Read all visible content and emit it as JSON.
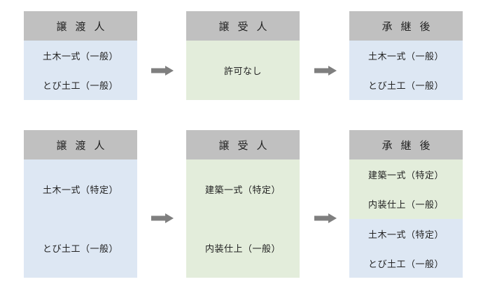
{
  "rows": [
    {
      "transferor": {
        "header": "譲渡人",
        "items": [
          "土木一式（一般）",
          "とび土工（一般）"
        ]
      },
      "transferee": {
        "header": "譲受人",
        "items": [
          "許可なし"
        ]
      },
      "successor": {
        "header": "承継後",
        "items": [
          "土木一式（一般）",
          "とび土工（一般）"
        ]
      }
    },
    {
      "transferor": {
        "header": "譲渡人",
        "items": [
          "土木一式（特定）",
          "とび土工（一般）"
        ]
      },
      "transferee": {
        "header": "譲受人",
        "items": [
          "建築一式（特定）",
          "内装仕上（一般）"
        ]
      },
      "successor": {
        "header": "承継後",
        "items": [
          "建築一式（特定）",
          "内装仕上（一般）",
          "土木一式（特定）",
          "とび土工（一般）"
        ]
      }
    }
  ],
  "colors": {
    "header_bg": "#c0c0c0",
    "transferor_bg": "#dde7f3",
    "transferee_bg": "#e3eddb",
    "successor_from_transferee_bg": "#e3eddb",
    "successor_from_transferor_bg": "#dde7f3",
    "arrow": "#7f7f7f"
  },
  "icons": {
    "flow_arrow": "right-arrow-icon"
  }
}
